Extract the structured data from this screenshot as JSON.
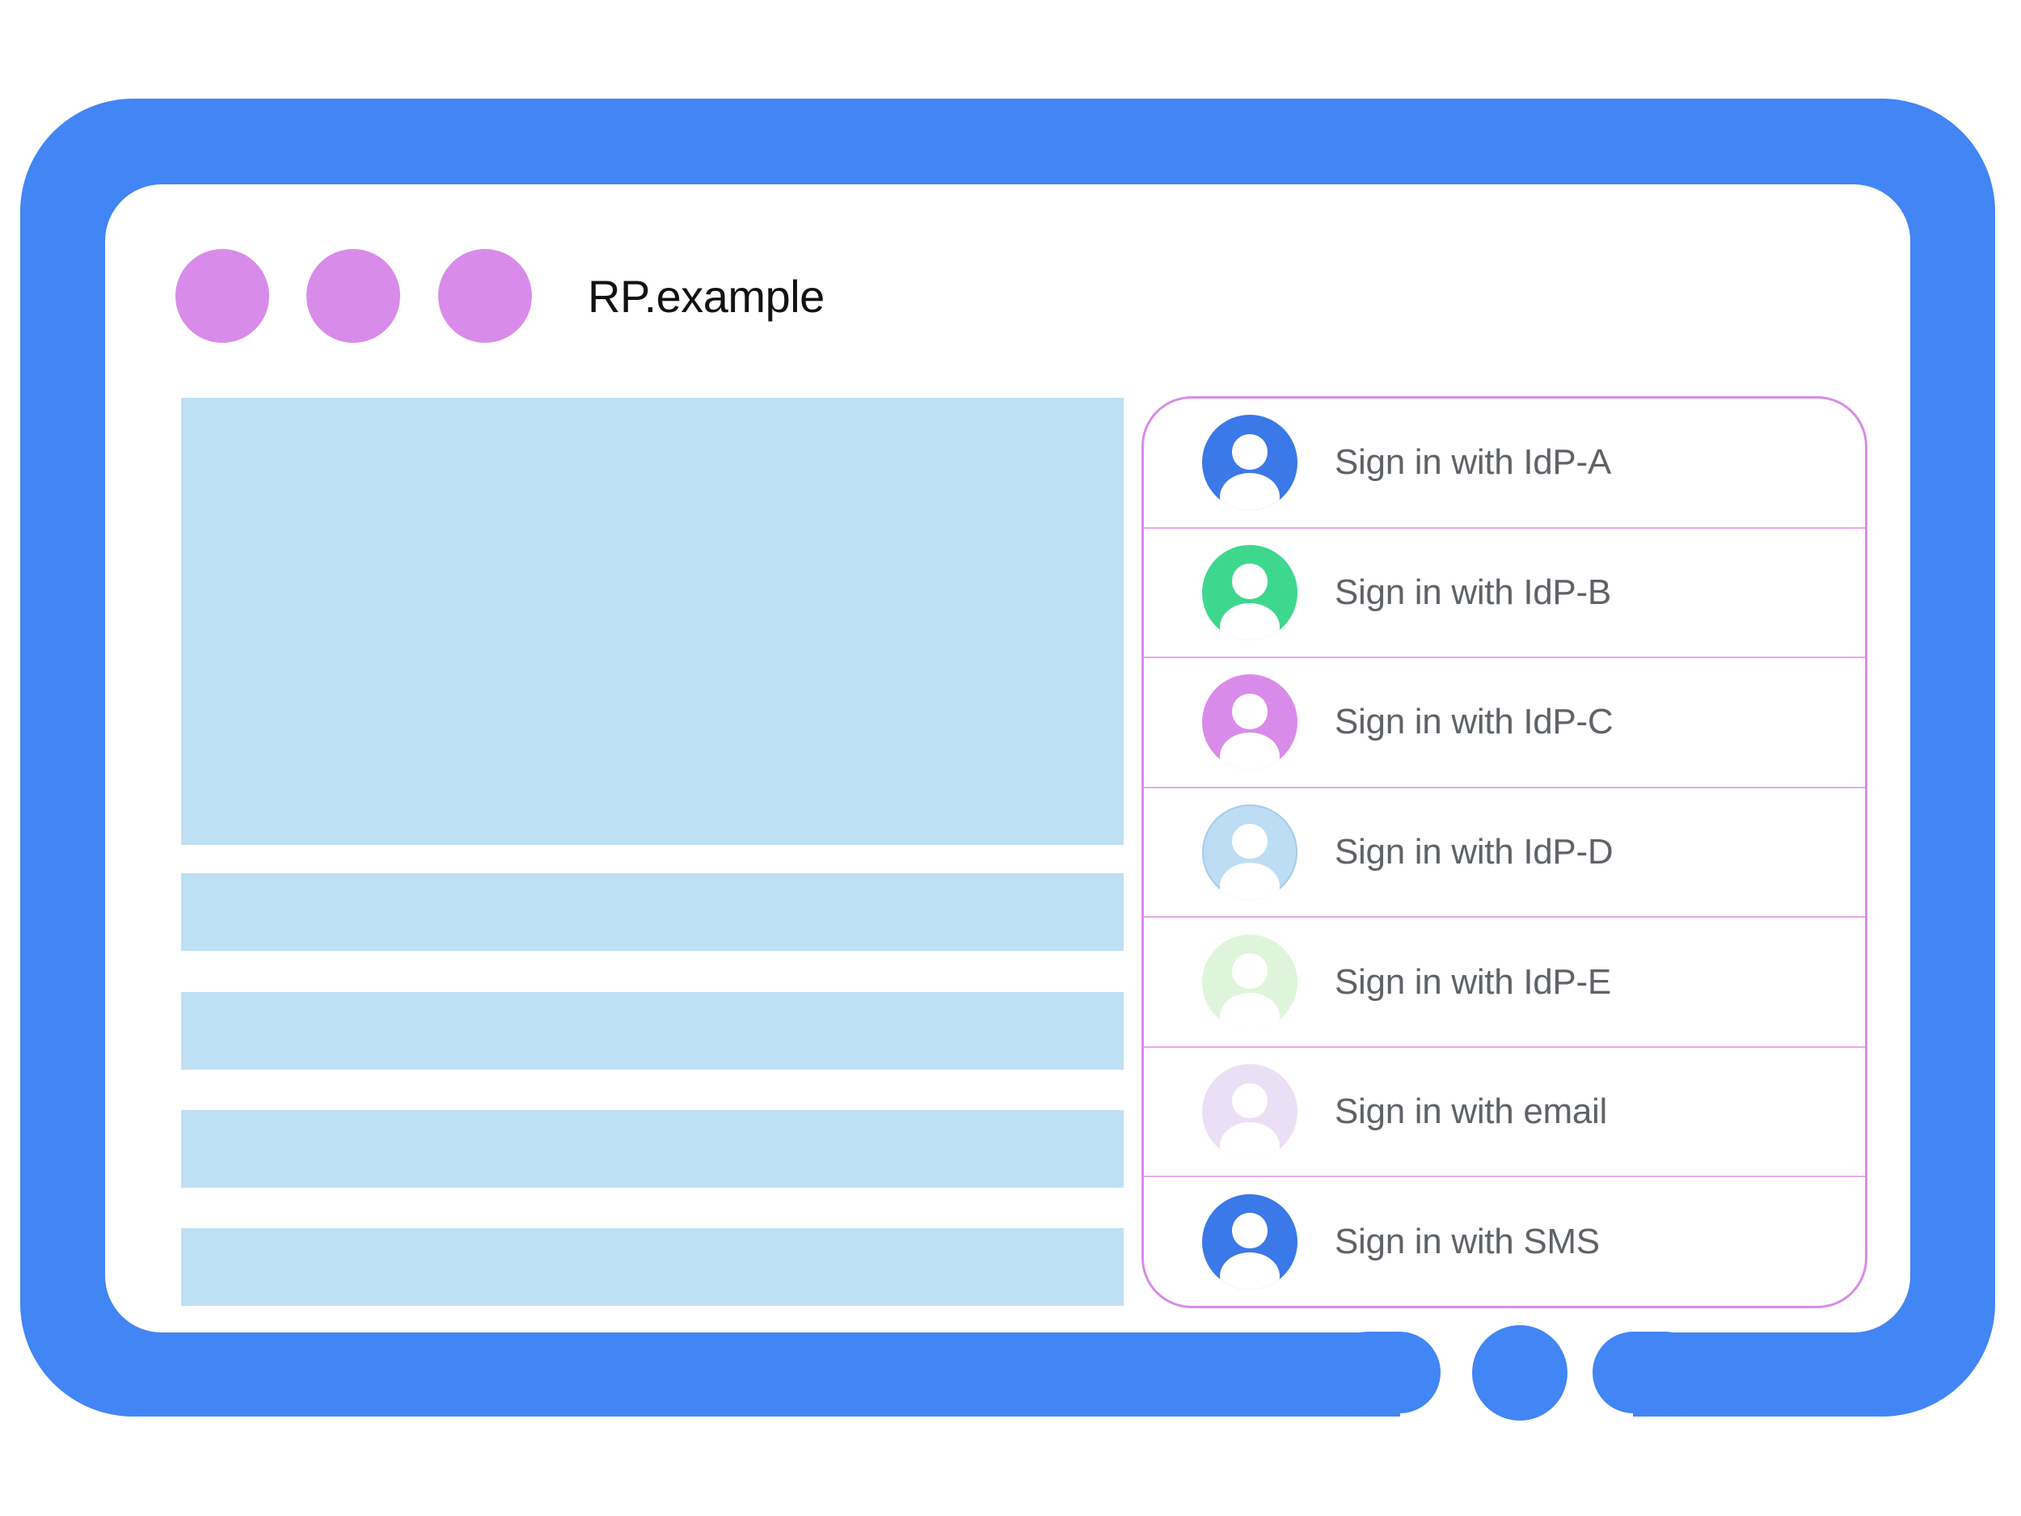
{
  "window": {
    "title": "RP.example",
    "control_icon": "window-control-dot",
    "controls_count": 3
  },
  "content": {
    "hero_placeholder": "content-image-placeholder",
    "placeholder_lines": 4
  },
  "signin_panel": {
    "options": [
      {
        "label": "Sign in with IdP-A",
        "avatar_icon": "person-avatar",
        "avatar_color": "#3B78E8"
      },
      {
        "label": "Sign in with IdP-B",
        "avatar_icon": "person-avatar",
        "avatar_color": "#3ED78E"
      },
      {
        "label": "Sign in with IdP-C",
        "avatar_icon": "person-avatar",
        "avatar_color": "#D98BE9"
      },
      {
        "label": "Sign in with IdP-D",
        "avatar_icon": "person-avatar",
        "avatar_color": "#BDDDF4",
        "avatar_ring": "#A9CBE9"
      },
      {
        "label": "Sign in with IdP-E",
        "avatar_icon": "person-avatar",
        "avatar_color": "#DFF5DB"
      },
      {
        "label": "Sign in with email",
        "avatar_icon": "person-avatar",
        "avatar_color": "#EBDFF5"
      },
      {
        "label": "Sign in with SMS",
        "avatar_icon": "person-avatar",
        "avatar_color": "#3B78E8"
      }
    ]
  },
  "home_button_icon": "home-button-circle",
  "colors": {
    "frame_blue": "#4285F4",
    "control_orchid": "#D98BE9",
    "panel_border": "#D98BE9",
    "divider_pink": "#E9A8EC",
    "placeholder_blue": "#BEE0F4",
    "title_text": "#121212",
    "label_text": "#5F6368",
    "surface_white": "#FFFFFF"
  }
}
